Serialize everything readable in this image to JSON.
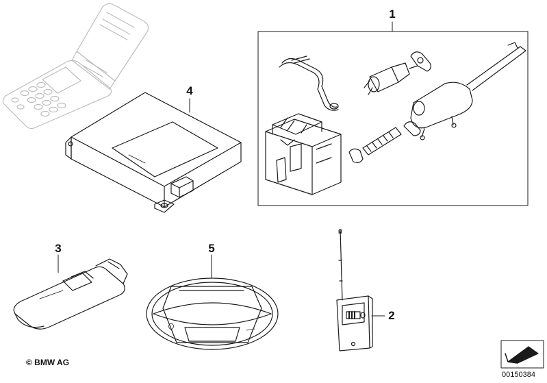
{
  "callouts": {
    "part1": "1",
    "part2": "2",
    "part3": "3",
    "part4": "4",
    "part5": "5"
  },
  "footer": {
    "copyright": "© BMW AG",
    "doc_number": "00150384"
  },
  "parts": [
    {
      "number": "1",
      "name": "parking-heater-kit-icon"
    },
    {
      "number": "2",
      "name": "remote-receiver-with-antenna-icon"
    },
    {
      "number": "3",
      "name": "remote-key-transmitter-icon"
    },
    {
      "number": "4",
      "name": "control-unit-icon"
    },
    {
      "number": "5",
      "name": "oval-emblem-icon"
    }
  ],
  "colors": {
    "line": "#1a1a1a",
    "phantom": "#bdbdbd",
    "background": "#ffffff"
  }
}
